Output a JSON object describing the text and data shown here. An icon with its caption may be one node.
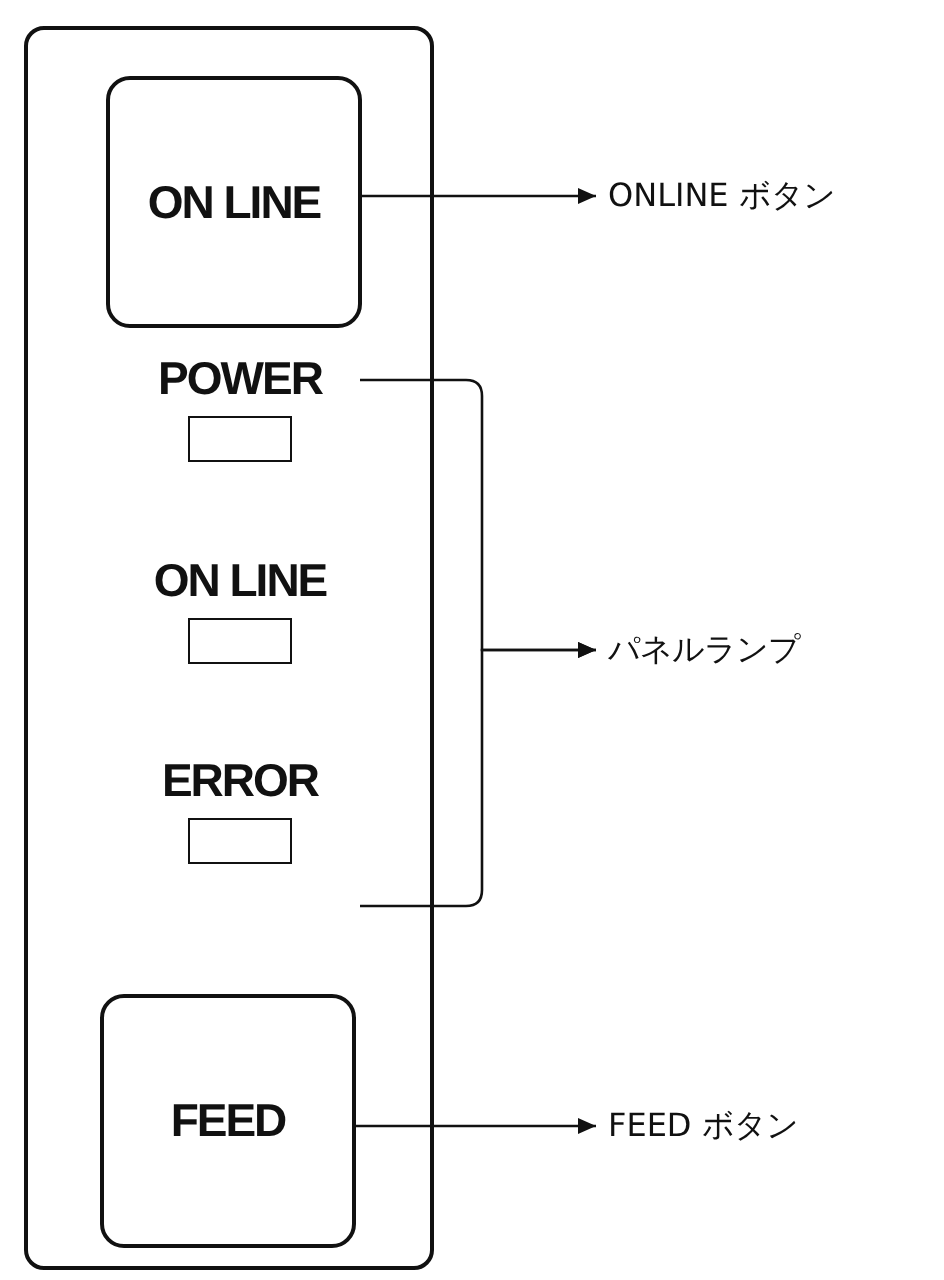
{
  "diagram": {
    "nodes": [
      {
        "text": [],
        "shape": "box"
      },
      {
        "text": [
          "ON LINE"
        ],
        "in": 0
      },
      {
        "text": [
          "POWER"
        ],
        "in": 0
      },
      {
        "text": [
          "ON LINE"
        ],
        "in": 0
      },
      {
        "text": [
          "ERROR"
        ],
        "in": 0
      },
      {
        "text": [
          "FEED"
        ],
        "in": 0
      },
      {
        "text": [
          "ONLINE ボタン"
        ]
      },
      {
        "text": [
          "パネルランプ"
        ]
      },
      {
        "text": [
          "FEED ボタン"
        ]
      }
    ],
    "edges": [
      {
        "from": 1,
        "to": 6,
        "arrow": "to"
      },
      {
        "from": 2,
        "to": 7,
        "arrow": "to"
      },
      {
        "from": 4,
        "to": 7,
        "arrow": "to"
      },
      {
        "from": 5,
        "to": 8,
        "arrow": "to"
      }
    ]
  }
}
